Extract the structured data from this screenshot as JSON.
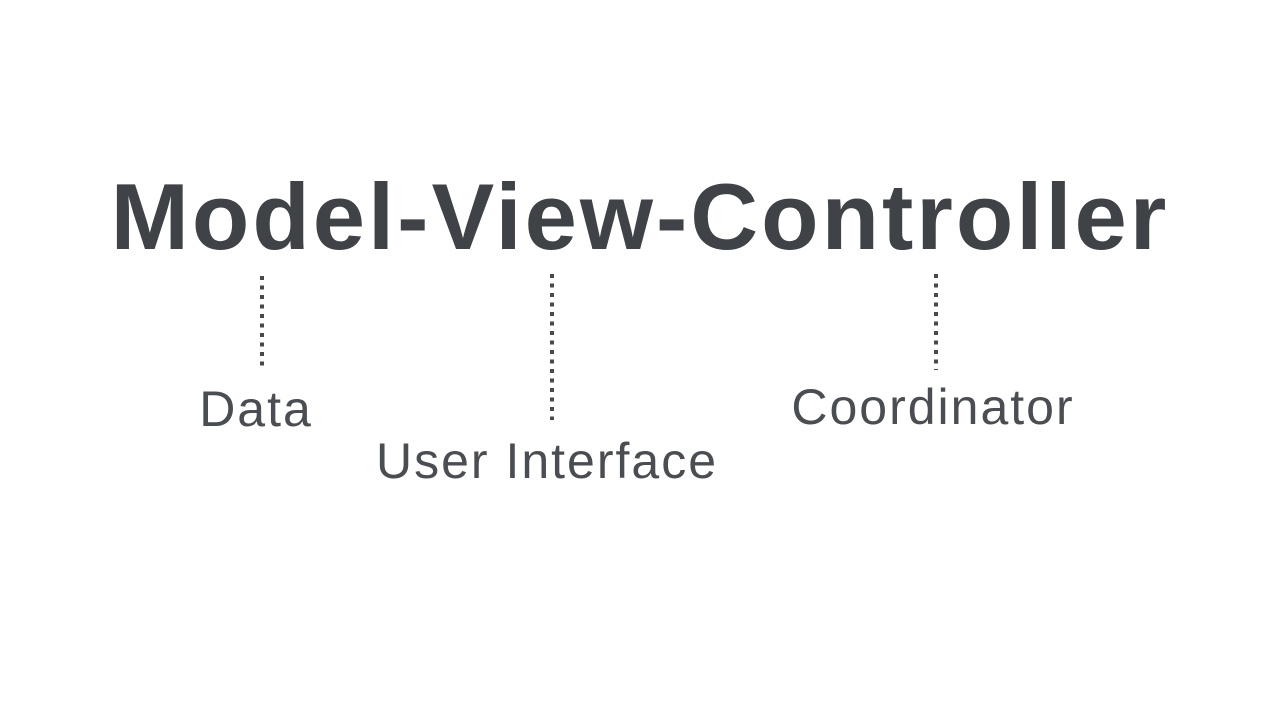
{
  "diagram": {
    "title": "Model-View-Controller",
    "annotations": [
      {
        "term": "Model",
        "label": "Data"
      },
      {
        "term": "View",
        "label": "User Interface"
      },
      {
        "term": "Controller",
        "label": "Coordinator"
      }
    ]
  },
  "colors": {
    "background": "#ffffff",
    "title_text": "#3f4347",
    "label_text": "#4a4e52",
    "connector": "#46494d"
  }
}
